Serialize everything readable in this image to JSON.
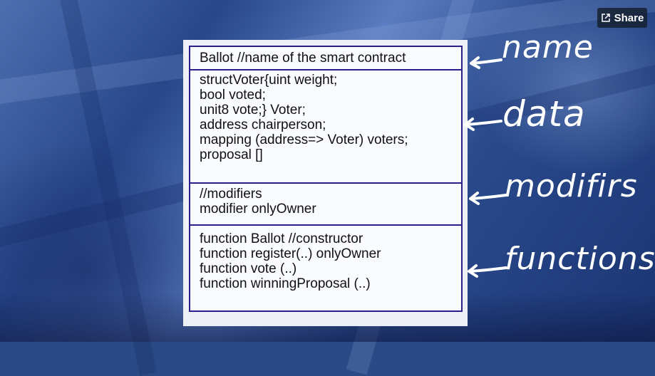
{
  "share_button": {
    "label": "Share",
    "icon": "share-icon"
  },
  "diagram": {
    "name_section": [
      "Ballot //name of the smart contract"
    ],
    "data_section": [
      "structVoter{uint weight;",
      "bool voted;",
      "unit8 vote;} Voter;",
      "address chairperson;",
      "mapping (address=> Voter) voters;",
      "proposal []"
    ],
    "modifier_section": [
      "//modifiers",
      "modifier onlyOwner"
    ],
    "function_section": [
      "function Ballot //constructor",
      "function register(..) onlyOwner",
      "function vote (..)",
      "function winningProposal (..)"
    ]
  },
  "annotations": {
    "name": "name",
    "data": "data",
    "modifiers": "modifirs",
    "functions": "functions",
    "color": "#ffffff"
  },
  "colors": {
    "frame_border": "#2a1f8a",
    "background": "#2a4a86"
  }
}
